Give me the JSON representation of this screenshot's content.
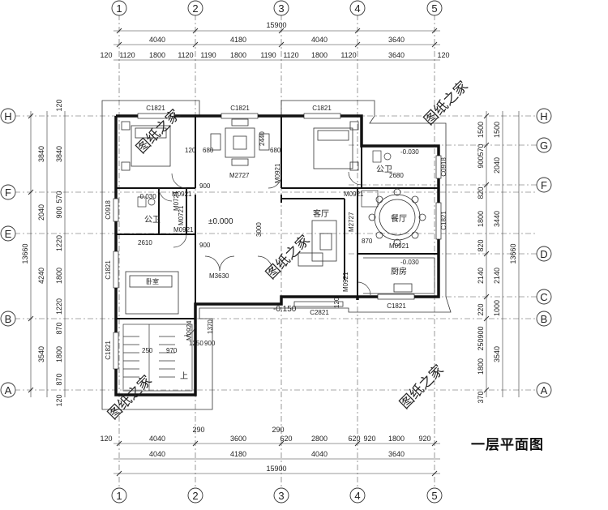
{
  "title": "一层平面图",
  "watermark": "图纸之家",
  "axes": {
    "vertical": [
      "1",
      "2",
      "3",
      "4",
      "5"
    ],
    "horizontal": [
      "A",
      "B",
      "C",
      "D",
      "E",
      "F",
      "G",
      "H"
    ]
  },
  "dimensions": {
    "top_total": "15900",
    "top_spans": [
      "4040",
      "4180",
      "4040",
      "3640"
    ],
    "top_detail": [
      "120",
      "1120",
      "1800",
      "1120",
      "1190",
      "1800",
      "1190",
      "1120",
      "1800",
      "1120",
      "3640",
      "120"
    ],
    "bottom_total": "15900",
    "bottom_spans": [
      "4040",
      "4180",
      "4040",
      "3640"
    ],
    "bottom_detail": [
      "120",
      "4040",
      "290",
      "3600",
      "290",
      "620",
      "2800",
      "620",
      "920",
      "1800",
      "920"
    ],
    "left_total": "13660",
    "left_spans": [
      "3840",
      "4240",
      "3540"
    ],
    "left_detail": [
      "120",
      "3840",
      "570",
      "900",
      "2040",
      "1220",
      "1800",
      "1220",
      "870",
      "1800",
      "870",
      "120"
    ],
    "right_total": "13660",
    "right_spans": [
      "1500",
      "2040",
      "3440",
      "2140",
      "1000",
      "3540"
    ],
    "right_detail": [
      "1500",
      "900",
      "570",
      "820",
      "1800",
      "820",
      "2140",
      "220",
      "900",
      "250",
      "1800",
      "370"
    ]
  },
  "rooms": {
    "living": "客厅",
    "dining": "餐厅",
    "kitchen": "厨房",
    "wc_upper": "公卫",
    "wc_lower": "公卫",
    "stair_up": "上",
    "main_level": "±0.000",
    "outdoor_level": "-0.150",
    "wc_level": "-0.030",
    "wc_level_2": "-0.030",
    "kitchen_level": "-0.030",
    "bed_label": "卧室"
  },
  "windows": {
    "w1": "C1821",
    "w2": "C1821",
    "w3": "C1821",
    "w4": "C1821",
    "w5": "C1821",
    "w6": "C1821",
    "w7": "C1821",
    "w8": "C0918",
    "w9": "C0918",
    "w10": "C2821"
  },
  "doors": {
    "d1": "M2727",
    "d2": "M0921",
    "d3": "M0921",
    "d4": "M0721",
    "d5": "M0921",
    "d6": "M0921",
    "d7": "M0721",
    "d8": "M3630",
    "d9": "M2727",
    "d10": "M0921",
    "d11": "M0924",
    "d12": "M0921"
  },
  "inner_dims": {
    "a": "680",
    "b": "680",
    "c": "2440",
    "d": "120",
    "e": "2680",
    "f": "3000",
    "g": "2610",
    "h": "250",
    "i": "970",
    "j": "1370",
    "k": "900",
    "l": "900",
    "m": "870",
    "n": "1250",
    "o": "290",
    "p": "120"
  }
}
